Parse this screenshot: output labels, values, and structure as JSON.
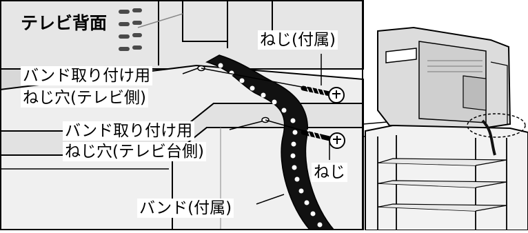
{
  "labels": {
    "tv_back": "テレビ背面",
    "screw_included": "ねじ(付属)",
    "band_hole_tv_line1": "バンド取り付け用",
    "band_hole_tv_line2": "ねじ穴(テレビ側)",
    "band_hole_stand_line1": "バンド取り付け用",
    "band_hole_stand_line2": "ねじ穴(テレビ台側)",
    "screw": "ねじ",
    "band_included": "バンド(付属)"
  },
  "colors": {
    "background": "#ffffff",
    "panel_gray": "#e6e6e6",
    "panel_dark": "#bdbdbd",
    "line": "#000000",
    "band": "#111111",
    "band_holes": "#ffffff"
  }
}
